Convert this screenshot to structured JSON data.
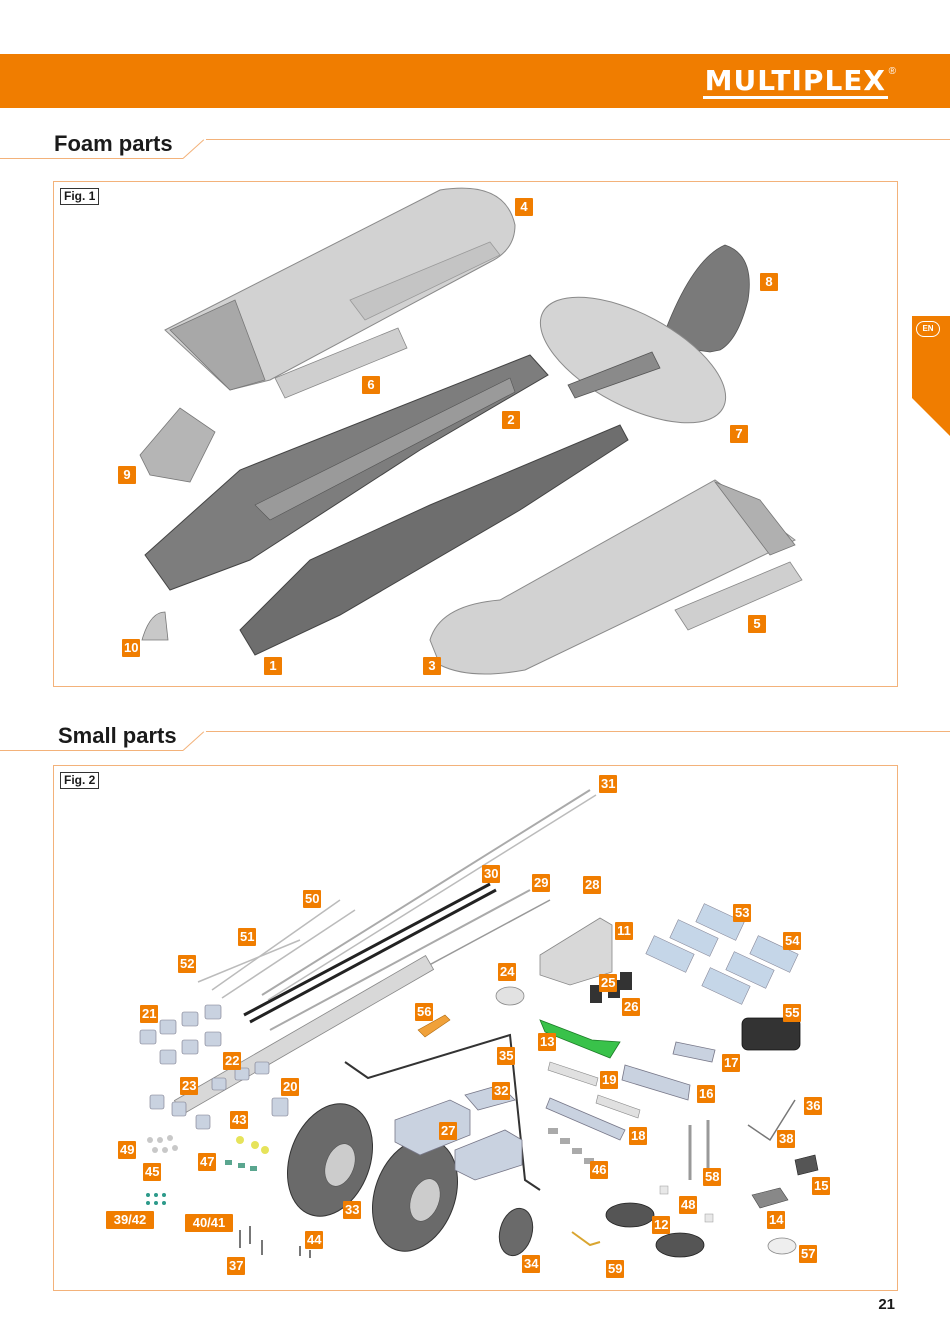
{
  "brand": {
    "logo": "MULTIPLEX",
    "reg": "®"
  },
  "lang_tab": "EN",
  "sections": {
    "foam": {
      "title": "Foam parts",
      "fig": "Fig. 1"
    },
    "small": {
      "title": "Small parts",
      "fig": "Fig. 2"
    }
  },
  "page_number": "21",
  "colors": {
    "accent": "#f07d00",
    "rule": "#f3b27a",
    "foam": "#c9c9c9",
    "dark_part": "#6e6e6e"
  },
  "foam_labels": [
    "4",
    "8",
    "6",
    "2",
    "7",
    "9",
    "5",
    "10",
    "1",
    "3"
  ],
  "small_labels": [
    "31",
    "30",
    "29",
    "28",
    "50",
    "51",
    "11",
    "53",
    "54",
    "52",
    "24",
    "25",
    "26",
    "21",
    "56",
    "55",
    "13",
    "35",
    "17",
    "22",
    "19",
    "16",
    "23",
    "20",
    "32",
    "43",
    "18",
    "36",
    "27",
    "38",
    "49",
    "47",
    "46",
    "45",
    "58",
    "15",
    "48",
    "39/42",
    "40/41",
    "33",
    "12",
    "14",
    "44",
    "57",
    "37",
    "34",
    "59"
  ]
}
